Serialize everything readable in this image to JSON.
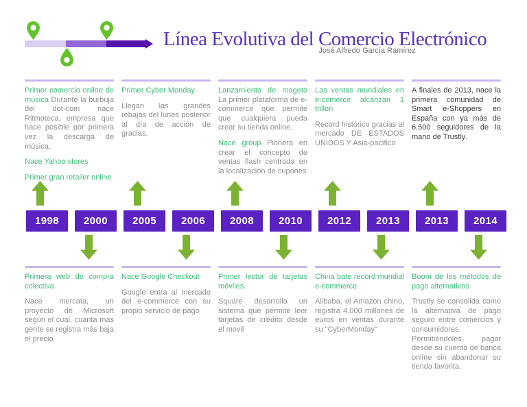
{
  "page": {
    "title": "Línea Evolutiva del Comercio Electrónico",
    "author": "José Alfredo García Ramírez"
  },
  "colors": {
    "title_purple": "#5631c5",
    "box_purple": "#5a21c3",
    "divider_purple": "#c9b7ec",
    "green_heading": "#3eba7a",
    "body_gray": "#8e8e8e",
    "body_dark": "#404040",
    "arrow_green": "#7cb231",
    "pin_green": "#62c32d",
    "bar_light": "#d9cdf2",
    "bar_mid": "#9166d6",
    "bar_dark": "#5513ad"
  },
  "top_columns": [
    {
      "blocks": [
        {
          "head": "Primer comercio online de música",
          "body": "Durante la burbuja del dot-com nace Ritmoteca, empresa que hace posible por primera vez la descarga de música."
        },
        {
          "head": "Nace Yahoo stores",
          "body": ""
        },
        {
          "head": "Primer gran retailer online",
          "body": ""
        }
      ]
    },
    {
      "blocks": [
        {
          "head": "Primer Cyber Monday",
          "body": ""
        },
        {
          "head": "",
          "body": "Llegan las grandes rebajas del lunes posterior al día de acción de gracias."
        }
      ]
    },
    {
      "blocks": [
        {
          "head": "Lanzamiento de mageto",
          "body": "La primer plataforma de e-commerce que permite que cualquiera pueda crear su tienda online."
        },
        {
          "head": "Nace group",
          "body": "Pionera en crear el concepto de ventas flash centrada en la localización de cupones"
        }
      ]
    },
    {
      "blocks": [
        {
          "head": "Las ventas mundiales en e-comerce alcanzan 1 trillon",
          "body": ""
        },
        {
          "head": "",
          "body": "Record histórico gracias al mercado DE ESTADOS UNIDOS Y Asia-pacifico"
        }
      ]
    },
    {
      "blocks": [
        {
          "head": "",
          "body": "A finales de 2013, nace la primera comunidad de Smart e-Shoppers en España con ya más de 6.500 seguidores de la mano de Trustly.",
          "dark": true
        }
      ]
    }
  ],
  "timeline": [
    {
      "year": "1998",
      "arrow": "up"
    },
    {
      "year": "2000",
      "arrow": "down"
    },
    {
      "year": "2005",
      "arrow": "up"
    },
    {
      "year": "2006",
      "arrow": "down"
    },
    {
      "year": "2008",
      "arrow": "up"
    },
    {
      "year": "2010",
      "arrow": "down"
    },
    {
      "year": "2012",
      "arrow": "up"
    },
    {
      "year": "2013",
      "arrow": "down"
    },
    {
      "year": "2013",
      "arrow": "up"
    },
    {
      "year": "2014",
      "arrow": "down"
    }
  ],
  "bottom_columns": [
    {
      "blocks": [
        {
          "head": "Primera web de compra colectiva",
          "body": ""
        },
        {
          "head": "",
          "body": "Nace mercata, un proyecto de Microsoft según el cual, cuanta más gente se registra más baja el precio"
        }
      ]
    },
    {
      "blocks": [
        {
          "head": "Nace Google Checkout",
          "body": ""
        },
        {
          "head": "",
          "body": "Google entra al mercado del e-commerce con su propio servicio de pago"
        }
      ]
    },
    {
      "blocks": [
        {
          "head": "Primer lector de tarjetas móviles.",
          "body": ""
        },
        {
          "head": "",
          "body": "Square desarrolla un sistema que permite leer tarjetas de crédito desde el movil"
        }
      ]
    },
    {
      "blocks": [
        {
          "head": "China bate record mundial e-commerce.",
          "body": ""
        },
        {
          "head": "",
          "body": "Alibaba, el Amazon chino, registra 4.000 millones de euros en ventas durante su \"CyberMonday\""
        }
      ]
    },
    {
      "blocks": [
        {
          "head": "Boom de los métodos de pago alternativos",
          "body": ""
        },
        {
          "head": "",
          "body": "Trustly se consolida como la alternativa de pago seguro entre comercios y consumidores."
        },
        {
          "head": "",
          "body": "Permitiéndoles pagar desde su cuenta de banca online sin abandonar su tienda favorita.",
          "tight": true
        }
      ]
    }
  ]
}
